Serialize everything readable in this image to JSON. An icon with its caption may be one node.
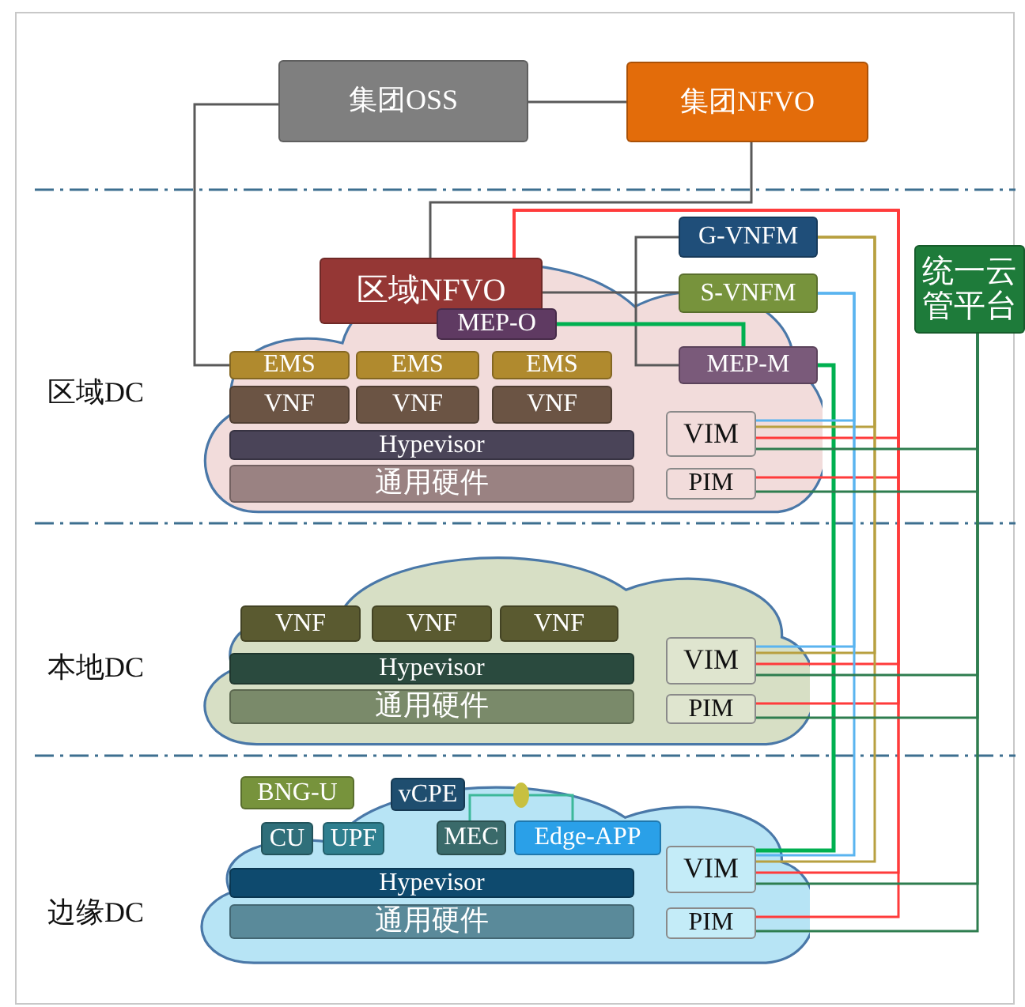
{
  "diagram": {
    "nodes": [
      {
        "text": [
          "集团OSS"
        ]
      },
      {
        "text": [
          "集团NFVO"
        ]
      },
      {
        "text": [],
        "shape": "cloud"
      },
      {
        "text": [
          "区域NFVO"
        ],
        "in": 2
      },
      {
        "text": [
          "MEP-O"
        ],
        "in": 2
      },
      {
        "text": [
          "G-VNFM"
        ]
      },
      {
        "text": [
          "S-VNFM"
        ]
      },
      {
        "text": [
          "MEP-M"
        ],
        "in": 2
      },
      {
        "text": [
          "统一云管平台"
        ]
      },
      {
        "text": [
          "EMS"
        ],
        "in": 2
      },
      {
        "text": [
          "EMS"
        ],
        "in": 2
      },
      {
        "text": [
          "EMS"
        ],
        "in": 2
      },
      {
        "text": [
          "VNF"
        ],
        "in": 2
      },
      {
        "text": [
          "VNF"
        ],
        "in": 2
      },
      {
        "text": [
          "VNF"
        ],
        "in": 2
      },
      {
        "text": [
          "Hypevisor"
        ],
        "in": 2
      },
      {
        "text": [
          "通用硬件"
        ],
        "in": 2
      },
      {
        "text": [
          "VIM"
        ],
        "in": 2
      },
      {
        "text": [
          "PIM"
        ],
        "in": 2
      },
      {
        "text": [],
        "shape": "cloud"
      },
      {
        "text": [
          "VNF"
        ],
        "in": 19
      },
      {
        "text": [
          "VNF"
        ],
        "in": 19
      },
      {
        "text": [
          "VNF"
        ],
        "in": 19
      },
      {
        "text": [
          "Hypevisor"
        ],
        "in": 19
      },
      {
        "text": [
          "通用硬件"
        ],
        "in": 19
      },
      {
        "text": [
          "VIM"
        ],
        "in": 19
      },
      {
        "text": [
          "PIM"
        ],
        "in": 19
      },
      {
        "text": [],
        "shape": "cloud"
      },
      {
        "text": [
          "BNG-U"
        ]
      },
      {
        "text": [
          "vCPE"
        ]
      },
      {
        "text": [
          "CU"
        ],
        "in": 27
      },
      {
        "text": [
          "UPF"
        ],
        "in": 27
      },
      {
        "text": [
          "MEC"
        ],
        "in": 27
      },
      {
        "text": [
          "Edge-APP"
        ],
        "in": 27
      },
      {
        "text": [
          "Hypevisor"
        ],
        "in": 27
      },
      {
        "text": [
          "通用硬件"
        ],
        "in": 27
      },
      {
        "text": [
          "VIM"
        ],
        "in": 27
      },
      {
        "text": [
          "PIM"
        ],
        "in": 27
      }
    ],
    "edges": [
      {
        "from": 0,
        "to": 1,
        "arrow": "none",
        "color": "#595959"
      },
      {
        "from": 0,
        "to": 9,
        "arrow": "none",
        "color": "#595959"
      },
      {
        "from": 1,
        "to": 3,
        "arrow": "none",
        "color": "#595959"
      },
      {
        "from": 3,
        "to": 6,
        "arrow": "none",
        "color": "#595959"
      },
      {
        "from": 5,
        "to": 7,
        "arrow": "none",
        "color": "#595959"
      },
      {
        "from": 4,
        "to": 7,
        "arrow": "none",
        "color": "#00b050"
      },
      {
        "from": 7,
        "to": 36,
        "arrow": "none",
        "color": "#00b050"
      },
      {
        "from": 3,
        "to": 17,
        "arrow": "none",
        "color": "#ff3b3b"
      },
      {
        "from": 3,
        "to": 18,
        "arrow": "none",
        "color": "#ff3b3b"
      },
      {
        "from": 3,
        "to": 25,
        "arrow": "none",
        "color": "#ff3b3b"
      },
      {
        "from": 3,
        "to": 26,
        "arrow": "none",
        "color": "#ff3b3b"
      },
      {
        "from": 3,
        "to": 36,
        "arrow": "none",
        "color": "#ff3b3b"
      },
      {
        "from": 3,
        "to": 37,
        "arrow": "none",
        "color": "#ff3b3b"
      },
      {
        "from": 5,
        "to": 17,
        "arrow": "none",
        "color": "#b8a040"
      },
      {
        "from": 5,
        "to": 25,
        "arrow": "none",
        "color": "#b8a040"
      },
      {
        "from": 5,
        "to": 36,
        "arrow": "none",
        "color": "#b8a040"
      },
      {
        "from": 6,
        "to": 17,
        "arrow": "none",
        "color": "#5ab4f0"
      },
      {
        "from": 6,
        "to": 25,
        "arrow": "none",
        "color": "#5ab4f0"
      },
      {
        "from": 6,
        "to": 36,
        "arrow": "none",
        "color": "#5ab4f0"
      },
      {
        "from": 8,
        "to": 17,
        "arrow": "none",
        "color": "#2e7d4f"
      },
      {
        "from": 8,
        "to": 18,
        "arrow": "none",
        "color": "#2e7d4f"
      },
      {
        "from": 8,
        "to": 25,
        "arrow": "none",
        "color": "#2e7d4f"
      },
      {
        "from": 8,
        "to": 26,
        "arrow": "none",
        "color": "#2e7d4f"
      },
      {
        "from": 8,
        "to": 36,
        "arrow": "none",
        "color": "#2e7d4f"
      },
      {
        "from": 8,
        "to": 37,
        "arrow": "none",
        "color": "#2e7d4f"
      },
      {
        "from": 32,
        "to": 33,
        "arrow": "none",
        "color": "#3cb89a"
      }
    ],
    "labels": [
      "区域DC",
      "本地DC",
      "边缘DC"
    ]
  }
}
